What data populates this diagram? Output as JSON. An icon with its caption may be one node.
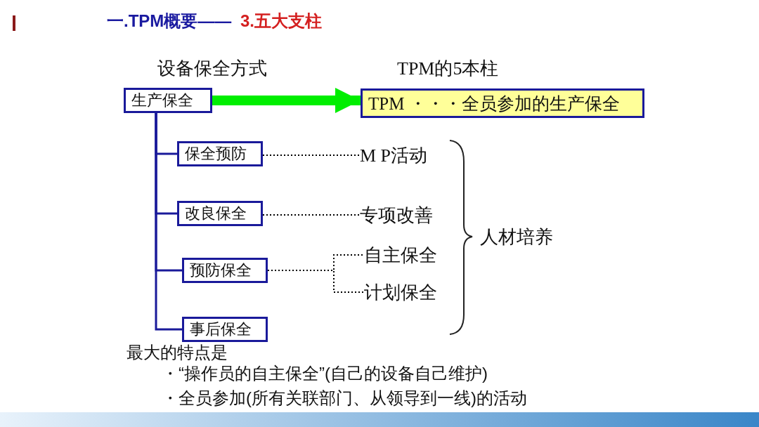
{
  "diagram": {
    "title": "一.TPM概要——",
    "nodes": [
      {
        "text": [
          "生产保全"
        ]
      },
      {
        "text": [
          "TPM ・・・全员参加的生产保全"
        ]
      },
      {
        "text": [
          "保全预防"
        ]
      },
      {
        "text": [
          "改良保全"
        ]
      },
      {
        "text": [
          "预防保全"
        ]
      },
      {
        "text": [
          "事后保全"
        ]
      },
      {
        "text": [
          "M P活动"
        ]
      },
      {
        "text": [
          "专项改善"
        ]
      },
      {
        "text": [
          "自主保全"
        ]
      },
      {
        "text": [
          "计划保全"
        ]
      }
    ],
    "edges": [
      {
        "from": 0,
        "to": 1,
        "arrow": "to",
        "style": "thick",
        "color": "#00ee00"
      },
      {
        "from": 0,
        "to": 2,
        "arrow": "none"
      },
      {
        "from": 0,
        "to": 3,
        "arrow": "none"
      },
      {
        "from": 0,
        "to": 4,
        "arrow": "none"
      },
      {
        "from": 0,
        "to": 5,
        "arrow": "none"
      },
      {
        "from": 2,
        "to": 6,
        "arrow": "none",
        "style": "dashed",
        "color": "#000000"
      },
      {
        "from": 3,
        "to": 7,
        "arrow": "none",
        "style": "dashed",
        "color": "#000000"
      },
      {
        "from": 4,
        "to": 8,
        "arrow": "none",
        "style": "dashed",
        "color": "#000000"
      },
      {
        "from": 4,
        "to": 9,
        "arrow": "none",
        "style": "dashed",
        "color": "#000000"
      }
    ],
    "labels": [
      "3.五大支柱",
      "设备保全方式",
      "TPM的5本柱",
      "人材培养",
      "最大的特点是",
      "・“操作员的自主保全”(自己的设备自己维护)",
      "・全员参加(所有关联部门、从领导到一线)的活动"
    ]
  }
}
